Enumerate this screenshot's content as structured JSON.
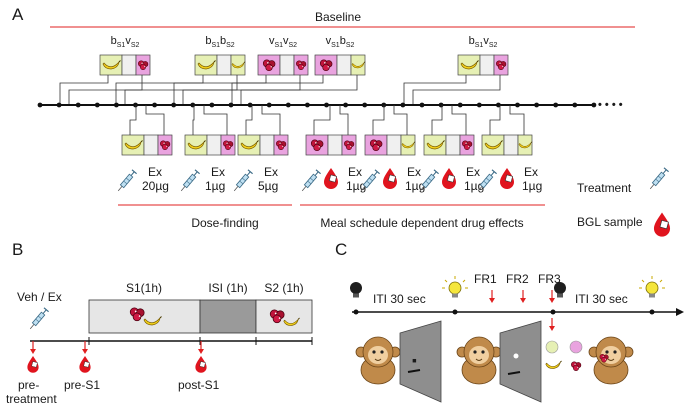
{
  "panelA": {
    "letter": "A",
    "baseline_title": "Baseline",
    "colors": {
      "banana_bg": "#e6f0b4",
      "berry_bg": "#e9a3df",
      "red_line": "#e02020",
      "blank_bg": "#f0f0f0"
    },
    "top_meals": [
      {
        "b": "b",
        "s1": "S1",
        "v": "v",
        "s2": "S2",
        "left": "banana",
        "right": "berry"
      },
      {
        "b": "b",
        "s1": "S1",
        "v": "b",
        "s2": "S2",
        "left": "banana",
        "right": "banana"
      },
      {
        "b": "v",
        "s1": "S1",
        "v": "v",
        "s2": "S2",
        "left": "berry",
        "right": "berry"
      },
      {
        "b": "v",
        "s1": "S1",
        "v": "b",
        "s2": "S2",
        "left": "berry",
        "right": "banana"
      },
      {
        "b": "b",
        "s1": "S1",
        "v": "v",
        "s2": "S2",
        "left": "banana",
        "right": "berry"
      }
    ],
    "bottom_meals": [
      {
        "left": "banana",
        "right": "berry",
        "ex": "Ex",
        "dose": "20µg",
        "bgl": false
      },
      {
        "left": "banana",
        "right": "berry",
        "ex": "Ex",
        "dose": "1µg",
        "bgl": false
      },
      {
        "left": "banana",
        "right": "berry",
        "ex": "Ex",
        "dose": "5µg",
        "bgl": false
      },
      {
        "left": "berry",
        "right": "berry",
        "ex": "Ex",
        "dose": "1µg",
        "bgl": true
      },
      {
        "left": "berry",
        "right": "banana",
        "ex": "Ex",
        "dose": "1µg",
        "bgl": true
      },
      {
        "left": "banana",
        "right": "berry",
        "ex": "Ex",
        "dose": "1µg",
        "bgl": true
      },
      {
        "left": "banana",
        "right": "banana",
        "ex": "Ex",
        "dose": "1µg",
        "bgl": true
      }
    ],
    "group_dose": "Dose-finding",
    "group_meal": "Meal schedule dependent drug effects",
    "legend_treatment": "Treatment",
    "legend_bgl": "BGL sample"
  },
  "panelB": {
    "letter": "B",
    "veh": "Veh / Ex",
    "s1": "S1(1h)",
    "isi": "ISI (1h)",
    "s2": "S2 (1h)",
    "pre_treatment_1": "pre-",
    "pre_treatment_2": "treatment",
    "pre_s1": "pre-S1",
    "post_s1": "post-S1"
  },
  "panelC": {
    "letter": "C",
    "iti1": "ITI 30 sec",
    "fr1": "FR1",
    "fr2": "FR2",
    "fr3": "FR3",
    "iti2": "ITI 30 sec"
  }
}
